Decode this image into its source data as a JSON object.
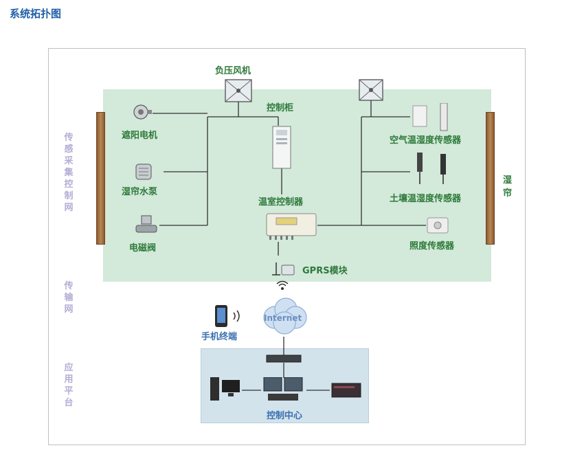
{
  "page_title": "系统拓扑图",
  "layers": {
    "sensing": "传感采集控制网",
    "transport": "传输网",
    "application": "应用平台"
  },
  "greenhouse": {
    "fan_label": "负压风机",
    "cabinet_label": "控制柜",
    "shade_motor": "遮阳电机",
    "curtain_pump": "湿帘水泵",
    "solenoid_valve": "电磁阀",
    "greenhouse_controller": "温室控制器",
    "gprs_module": "GPRS模块",
    "air_sensor": "空气温湿度传感器",
    "soil_sensor": "土壤温湿度传感器",
    "light_sensor": "照度传感器",
    "wet_curtain": "湿帘"
  },
  "network": {
    "internet": "Internet",
    "mobile_terminal": "手机终端"
  },
  "platform": {
    "control_center": "控制中心"
  },
  "colors": {
    "title_blue": "#1f5fa8",
    "green_label": "#2d7a3a",
    "layer_label": "#b3aed4",
    "greenhouse_bg": "#d3e9da",
    "platform_bg": "#d3e3ec"
  }
}
